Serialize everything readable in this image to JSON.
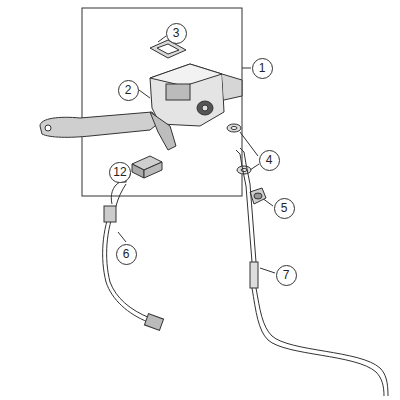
{
  "diagram": {
    "labels": [
      "3",
      "1",
      "2",
      "4",
      "5",
      "12",
      "6",
      "7"
    ]
  }
}
